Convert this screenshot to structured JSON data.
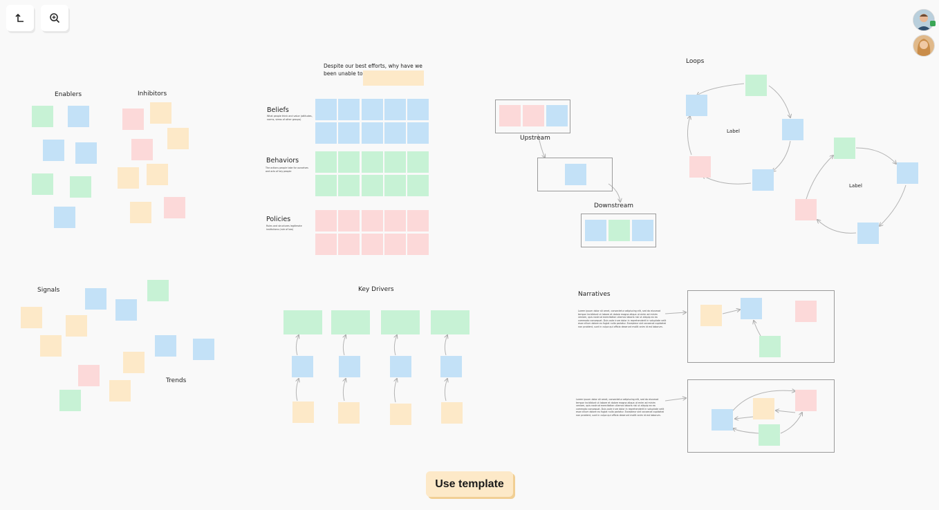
{
  "toolbar": {
    "up_icon": "arrow-up-icon",
    "zoom_icon": "zoom-in-icon"
  },
  "collaborators": [
    {
      "name": "avatar-man"
    },
    {
      "name": "avatar-woman"
    }
  ],
  "sections": {
    "enablers": "Enablers",
    "inhibitors": "Inhibitors",
    "signals": "Signals",
    "trends": "Trends",
    "key_drivers": "Key Drivers",
    "iceberg_question": "Despite our best efforts, why have we been unable to...",
    "beliefs": {
      "title": "Beliefs",
      "desc": "What people think and value (attitudes, norms, views of other groups)"
    },
    "behaviors": {
      "title": "Behaviors",
      "desc": "The actions people take for ourselves and acts of key people"
    },
    "policies": {
      "title": "Policies",
      "desc": "Rules and structures legitimate institutions (rule of law)"
    },
    "upstream": "Upstream",
    "downstream": "Downstream",
    "loops": "Loops",
    "loop_label_1": "Label",
    "loop_label_2": "Label",
    "narratives": "Narratives",
    "lorem_1": "Lorem ipsum dolor sit amet, consectetur adipiscing elit, sed do eiusmod tempor incididunt ut labore et dolore magna aliqua ut enim ad minim veniam, quis nostrud exercitation ullamco laboris nisi ut aliquip ex ea commodo consequat. Duis aute irure dolor in reprehenderit in voluptate velit esse cillum dolore eu fugiat nulla pariatur. Excepteur sint occaecat cupidatat non proident, sunt in culpa qui officia deserunt mollit anim id est laborum.",
    "lorem_2": "Lorem ipsum dolor sit amet, consectetur adipiscing elit, sed do eiusmod tempor incididunt ut labore et dolore magna aliqua ut enim ad minim veniam, quis nostrud exercitation ullamco laboris nisi ut aliquip ex ea commodo consequat. Duis aute irure dolor in reprehenderit in voluptate velit esse cillum dolore eu fugiat nulla pariatur. Excepteur sint occaecat cupidatat non proident, sunt in culpa qui officia deserunt mollit anim id est laborum."
  },
  "cta": {
    "use_template": "Use template"
  },
  "colors": {
    "blue": "#c3e1f7",
    "green": "#c7f2d5",
    "pink": "#fcd9d9",
    "yellow": "#fde9c8",
    "cta_shadow": "#f1cf94"
  }
}
